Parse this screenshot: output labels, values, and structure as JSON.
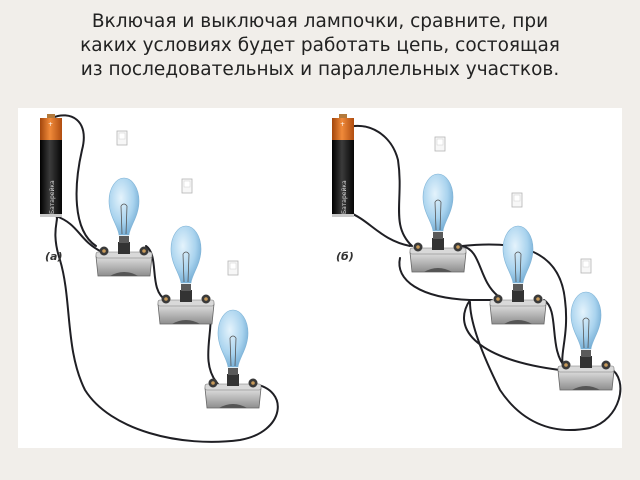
{
  "title_lines": [
    "Включая и выключая лампочки, сравните, при",
    "каких условиях будет работать цепь, состоящая",
    "из последовательных и параллельных участков."
  ],
  "circuits": [
    {
      "label": "(а)",
      "connection": "series",
      "lamps": 3,
      "battery_text": "Батарейка"
    },
    {
      "label": "(б)",
      "connection": "mixed",
      "lamps": 3,
      "battery_text": "Батарейка"
    }
  ],
  "colors": {
    "bulb": "#a9d3ee",
    "battery_top": "#e36a1b",
    "battery_body": "#1d1d1d",
    "wire": "#1f1f24",
    "switch": "#f4f4f4"
  }
}
